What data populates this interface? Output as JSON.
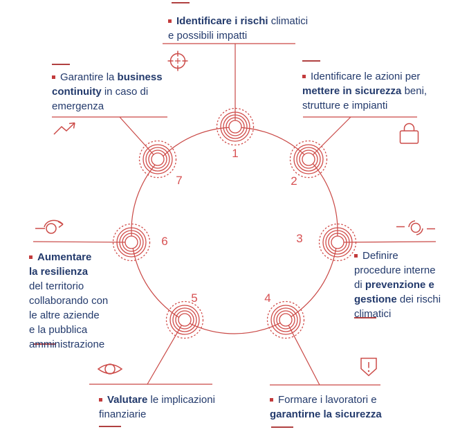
{
  "diagram_name": "climate-risk-management-cycle",
  "language": "it",
  "colors": {
    "line_red": "#c94845",
    "node_red": "#d04b48",
    "dash_red": "#b04040",
    "bullet_red": "#c23b3c",
    "number_red": "#d75052",
    "text_navy": "#233a6c",
    "background": "#ffffff"
  },
  "steps": [
    {
      "number": "1",
      "icon": "target-icon",
      "lines": [
        {
          "pre": "",
          "bold": "Identificare i rischi",
          "post": " climatici"
        },
        {
          "pre": "e possibili impatti",
          "bold": "",
          "post": ""
        }
      ]
    },
    {
      "number": "2",
      "icon": "lock-icon",
      "lines": [
        {
          "pre": "Identificare le azioni per",
          "bold": "",
          "post": ""
        },
        {
          "pre": "",
          "bold": "mettere in sicurezza",
          "post": " beni,"
        },
        {
          "pre": "strutture e impianti",
          "bold": "",
          "post": ""
        }
      ]
    },
    {
      "number": "3",
      "icon": "switch-icon",
      "lines": [
        {
          "pre": "Definire",
          "bold": "",
          "post": ""
        },
        {
          "pre": "procedure interne",
          "bold": "",
          "post": ""
        },
        {
          "pre": "di ",
          "bold": "prevenzione e",
          "post": ""
        },
        {
          "pre": "",
          "bold": "gestione",
          "post": " dei rischi"
        },
        {
          "pre": "climatici",
          "bold": "",
          "post": ""
        }
      ]
    },
    {
      "number": "4",
      "icon": "shield-alert-icon",
      "lines": [
        {
          "pre": "Formare i lavoratori e",
          "bold": "",
          "post": ""
        },
        {
          "pre": "",
          "bold": "garantirne la sicurezza",
          "post": ""
        }
      ]
    },
    {
      "number": "5",
      "icon": "eye-icon",
      "lines": [
        {
          "pre": "",
          "bold": "Valutare",
          "post": " le implicazioni"
        },
        {
          "pre": "finanziarie",
          "bold": "",
          "post": ""
        }
      ]
    },
    {
      "number": "6",
      "icon": "flow-arrow-icon",
      "lines": [
        {
          "pre": "",
          "bold": "Aumentare",
          "post": ""
        },
        {
          "pre": "",
          "bold": "la resilienza",
          "post": ""
        },
        {
          "pre": "del territorio",
          "bold": "",
          "post": ""
        },
        {
          "pre": "collaborando con",
          "bold": "",
          "post": ""
        },
        {
          "pre": "le altre aziende",
          "bold": "",
          "post": ""
        },
        {
          "pre": "e la pubblica",
          "bold": "",
          "post": ""
        },
        {
          "pre": "amministrazione",
          "bold": "",
          "post": ""
        }
      ]
    },
    {
      "number": "7",
      "icon": "trend-up-icon",
      "lines": [
        {
          "pre": "Garantire la ",
          "bold": "business",
          "post": ""
        },
        {
          "pre": "",
          "bold": "continuity",
          "post": " in caso di"
        },
        {
          "pre": "emergenza",
          "bold": "",
          "post": ""
        }
      ]
    }
  ]
}
